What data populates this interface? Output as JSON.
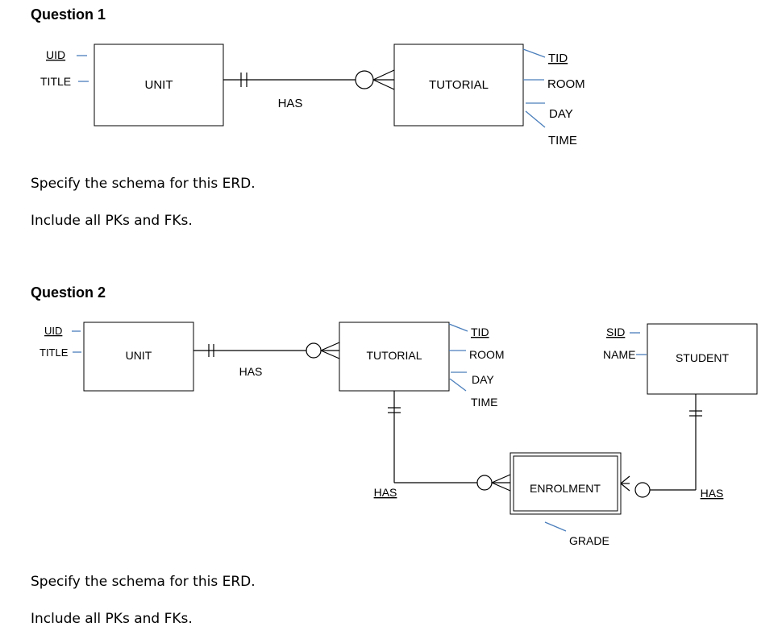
{
  "q1": {
    "heading": "Question 1",
    "entities": {
      "unit": "UNIT",
      "tutorial": "TUTORIAL"
    },
    "unit_attrs": [
      "UID",
      "TITLE"
    ],
    "tutorial_attrs": [
      "TID",
      "ROOM",
      "DAY",
      "TIME"
    ],
    "relationship": "HAS",
    "instruction1": "Specify the schema for this ERD.",
    "instruction2": "Include all PKs and FKs."
  },
  "q2": {
    "heading": "Question 2",
    "entities": {
      "unit": "UNIT",
      "tutorial": "TUTORIAL",
      "student": "STUDENT",
      "enrolment": "ENROLMENT"
    },
    "unit_attrs": [
      "UID",
      "TITLE"
    ],
    "tutorial_attrs": [
      "TID",
      "ROOM",
      "DAY",
      "TIME"
    ],
    "student_attrs": [
      "SID",
      "NAME"
    ],
    "enrolment_attrs": [
      "GRADE"
    ],
    "relationships": {
      "unit_tutorial": "HAS",
      "tutorial_enrolment": "HAS",
      "student_enrolment": "HAS"
    },
    "instruction1": "Specify the schema for this ERD.",
    "instruction2": "Include all PKs and FKs."
  }
}
